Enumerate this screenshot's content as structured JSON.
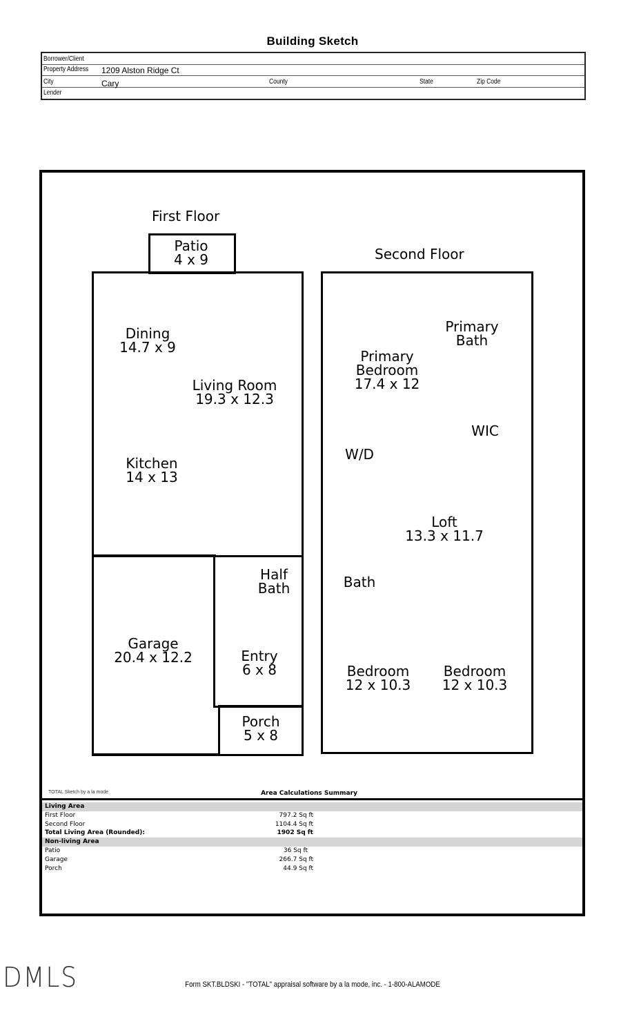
{
  "document": {
    "title": "Building Sketch",
    "header_fields": {
      "borrower_label": "Borrower/Client",
      "borrower_value": "",
      "address_label": "Property Address",
      "address_value": "1209 Alston Ridge Ct",
      "city_label": "City",
      "city_value": "Cary",
      "county_label": "County",
      "county_value": "",
      "state_label": "State",
      "state_value": "",
      "zip_label": "Zip Code",
      "zip_value": "",
      "lender_label": "Lender",
      "lender_value": ""
    }
  },
  "sketch": {
    "first_floor": {
      "title": "First Floor",
      "rooms": [
        {
          "name": "Patio",
          "dims": "4 x 9"
        },
        {
          "name": "Dining",
          "dims": "14.7 x 9"
        },
        {
          "name": "Living Room",
          "dims": "19.3 x 12.3"
        },
        {
          "name": "Kitchen",
          "dims": "14 x 13"
        },
        {
          "name": "Half",
          "dims": "Bath"
        },
        {
          "name": "Garage",
          "dims": "20.4 x 12.2"
        },
        {
          "name": "Entry",
          "dims": "6 x 8"
        },
        {
          "name": "Porch",
          "dims": "5 x 8"
        }
      ]
    },
    "second_floor": {
      "title": "Second Floor",
      "rooms": [
        {
          "name": "Primary",
          "dims": "Bath"
        },
        {
          "name": "Primary",
          "name2": "Bedroom",
          "dims": "17.4 x 12"
        },
        {
          "name": "WIC",
          "dims": ""
        },
        {
          "name": "W/D",
          "dims": ""
        },
        {
          "name": "Loft",
          "dims": "13.3 x 11.7"
        },
        {
          "name": "Bath",
          "dims": ""
        },
        {
          "name": "Bedroom",
          "dims": "12 x 10.3"
        },
        {
          "name": "Bedroom",
          "dims": "12 x 10.3"
        }
      ]
    }
  },
  "summary": {
    "credit": "TOTAL Sketch by a la mode",
    "title": "Area Calculations Summary",
    "living_area_header": "Living Area",
    "living_rows": [
      {
        "label": "First Floor",
        "value": "797.2 Sq ft"
      },
      {
        "label": "Second Floor",
        "value": "1104.4 Sq ft"
      }
    ],
    "total_label": "Total Living Area (Rounded):",
    "total_value": "1902 Sq ft",
    "non_living_header": "Non-living Area",
    "non_living_rows": [
      {
        "label": "Patio",
        "value": "36 Sq ft"
      },
      {
        "label": "Garage",
        "value": "266.7 Sq ft"
      },
      {
        "label": "Porch",
        "value": "44.9 Sq ft"
      }
    ]
  },
  "footer": {
    "logo": "DMLS",
    "form_text": "Form SKT.BLDSKI - \"TOTAL\" appraisal software by a la mode, inc. - 1-800-ALAMODE"
  }
}
